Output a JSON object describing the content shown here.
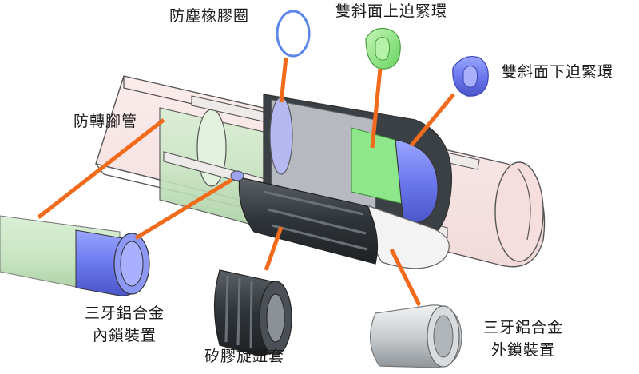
{
  "labels": {
    "dust_oring": "防塵橡膠圈",
    "upper_clamp": "雙斜面上迫緊環",
    "lower_clamp": "雙斜面下迫緊環",
    "anti_rotation_tube": "防轉腳管",
    "inner_lock_line1": "三牙鋁合金",
    "inner_lock_line2": "內鎖裝置",
    "silicone_knob": "矽膠旋鈕套",
    "outer_lock_line1": "三牙鋁合金",
    "outer_lock_line2": "外鎖裝置"
  },
  "colors": {
    "leader": "#f26a1b",
    "outer_tube_fill": "#f9e6e6",
    "inner_tube_fill": "#e6f3e4",
    "blue_part": "#6f7cf0",
    "green_part": "#8fe68a",
    "knob_dark": "#3a3f44",
    "outline": "#444444"
  }
}
